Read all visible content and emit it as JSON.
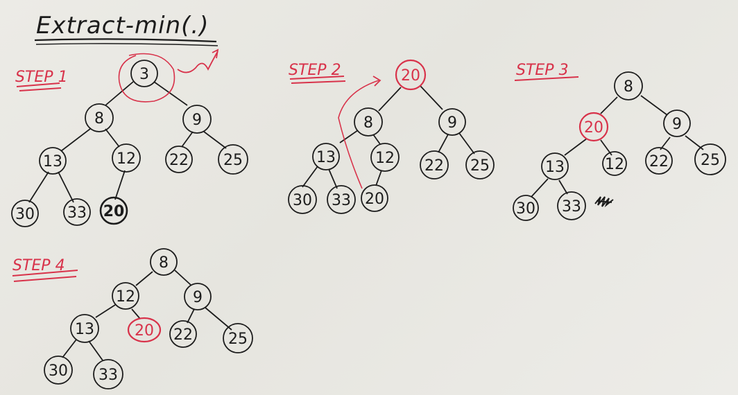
{
  "title": "Extract-min(.)",
  "colors": {
    "ink": "#1c1c1c",
    "red": "#d8324a",
    "paper": "#e9e8e3"
  },
  "steps": [
    {
      "label": "STEP 1",
      "nodes": [
        "3",
        "8",
        "9",
        "13",
        "12",
        "22",
        "25",
        "30",
        "33",
        "20"
      ],
      "highlight": [
        "3"
      ]
    },
    {
      "label": "STEP 2",
      "nodes": [
        "20",
        "8",
        "9",
        "13",
        "12",
        "22",
        "25",
        "30",
        "33",
        "20"
      ],
      "highlight": [
        "20"
      ]
    },
    {
      "label": "STEP 3",
      "nodes": [
        "8",
        "20",
        "9",
        "13",
        "12",
        "22",
        "25",
        "30",
        "33"
      ],
      "highlight": [
        "20"
      ]
    },
    {
      "label": "STEP 4",
      "nodes": [
        "8",
        "12",
        "9",
        "13",
        "20",
        "22",
        "25",
        "30",
        "33"
      ],
      "highlight": [
        "20"
      ]
    }
  ]
}
